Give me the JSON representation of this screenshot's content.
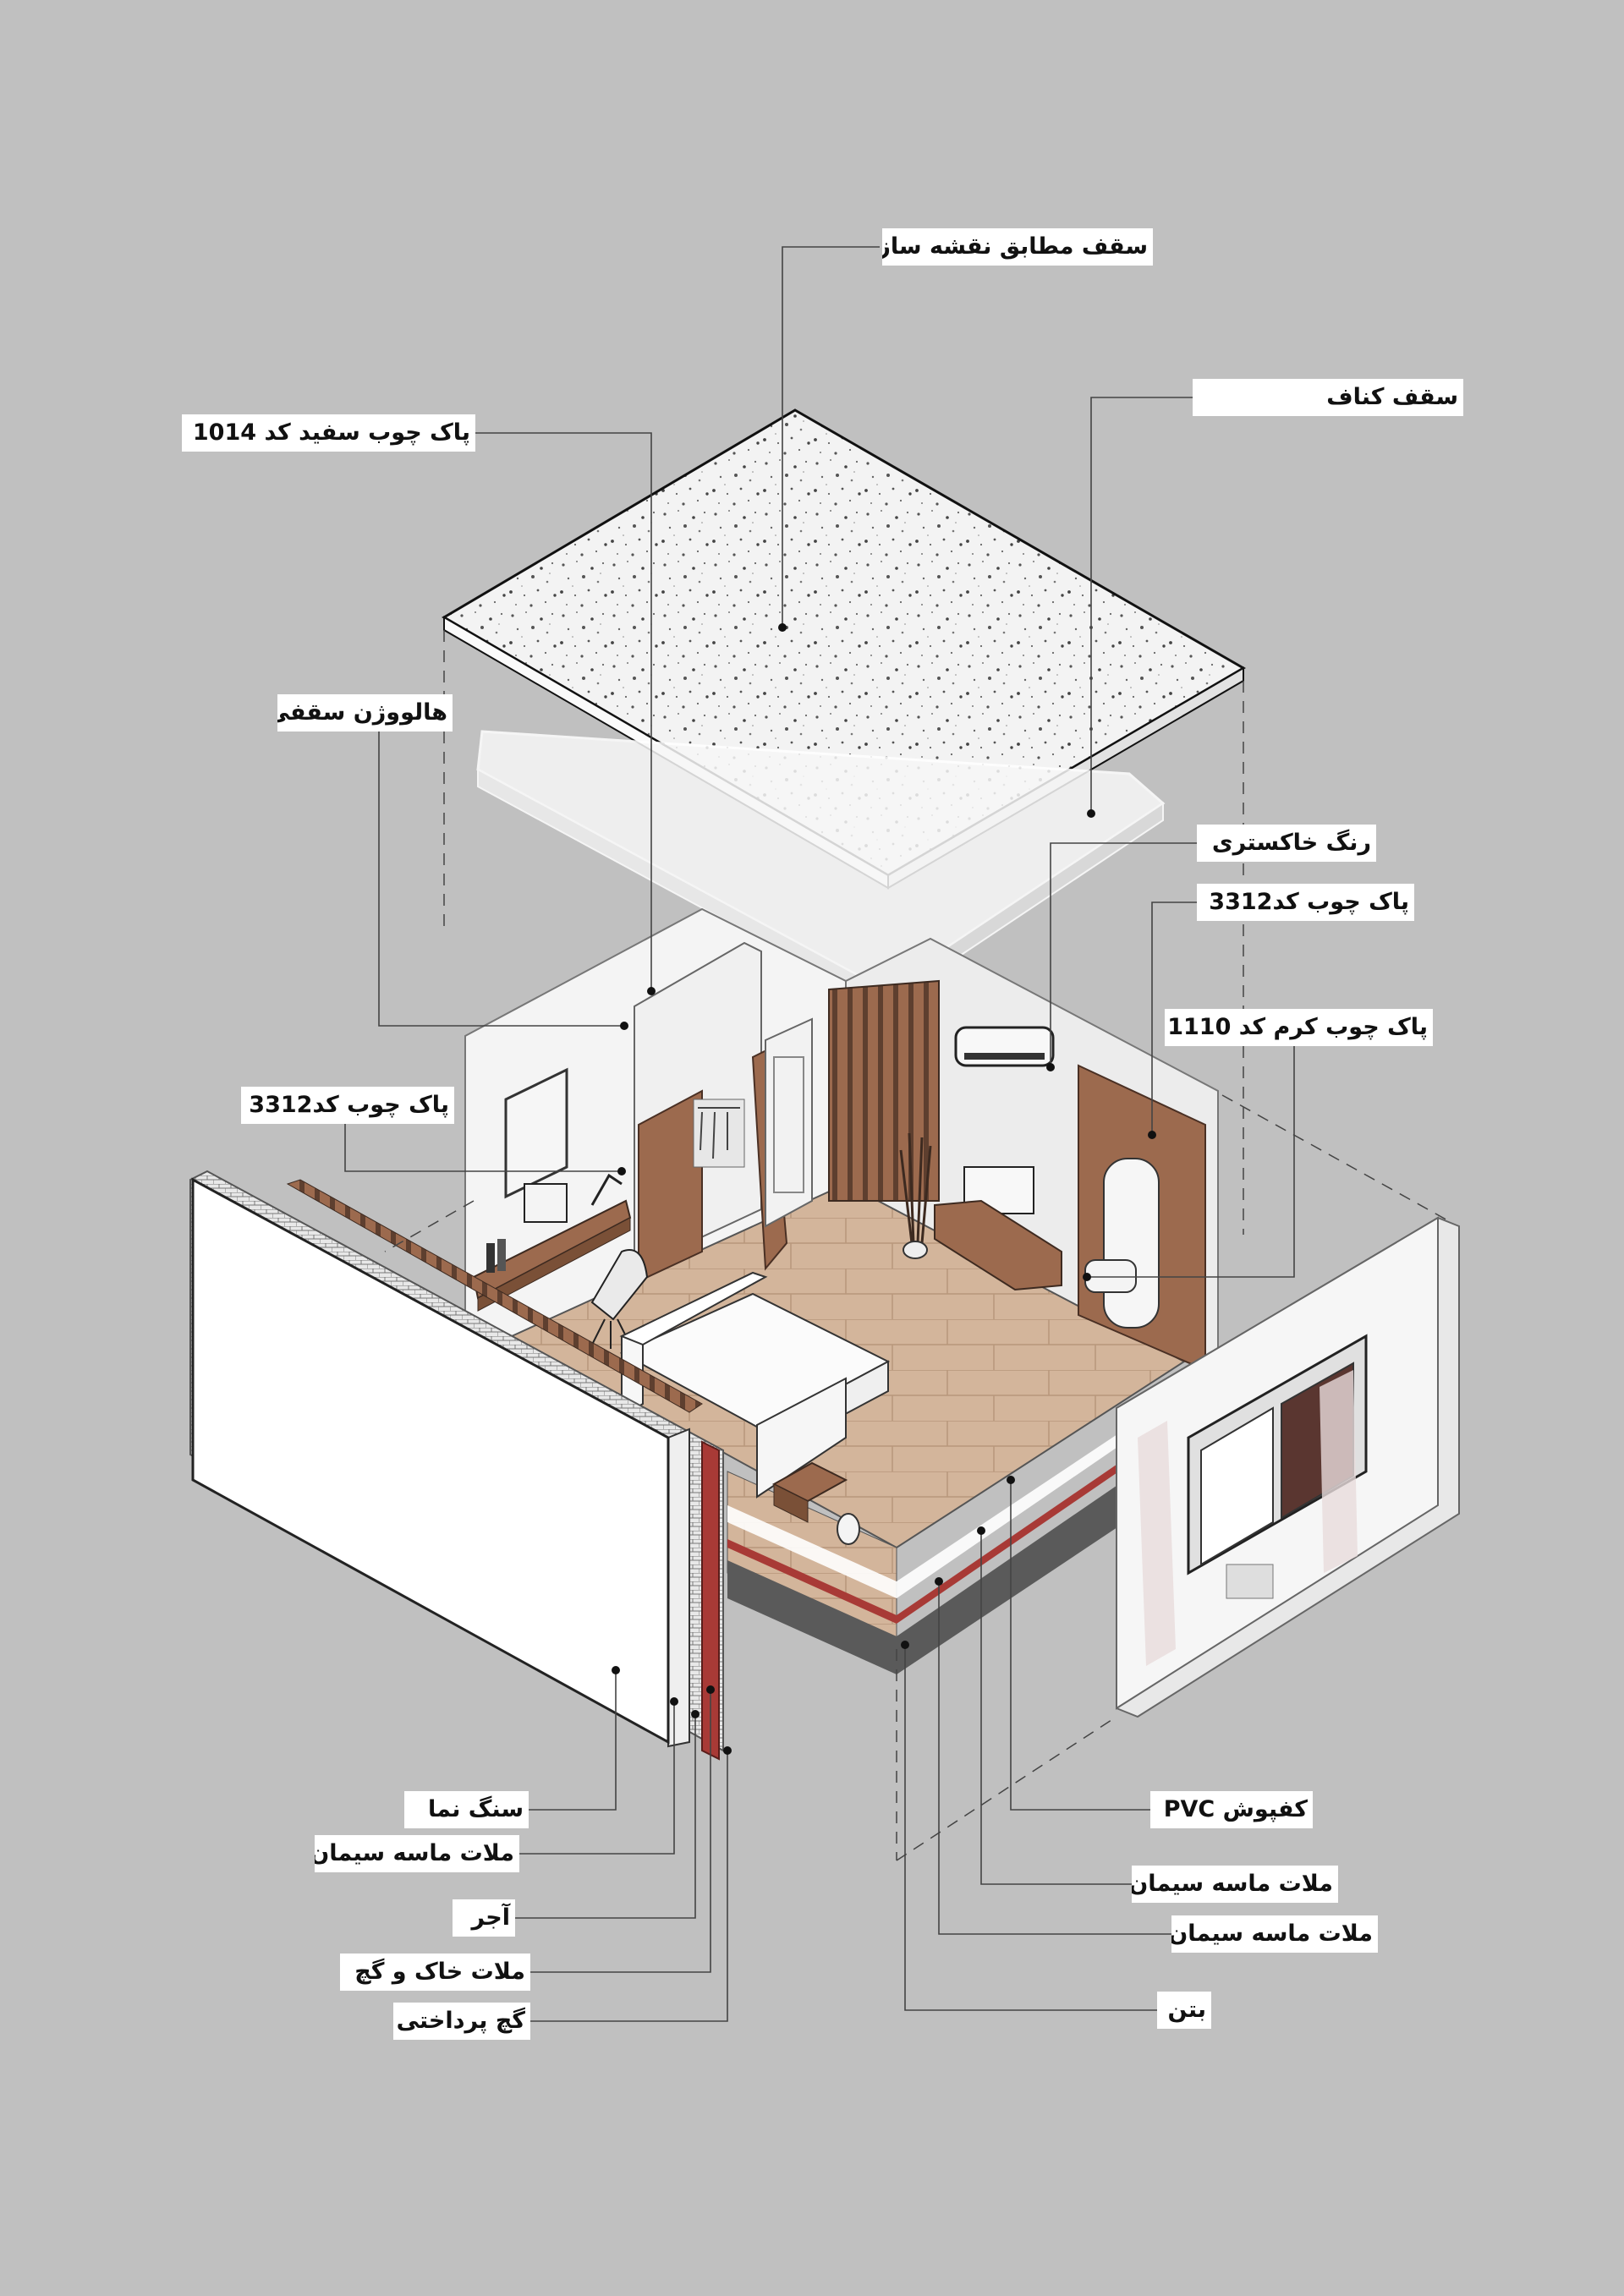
{
  "labels": {
    "ceiling_structure": "سقف مطابق نقشه سازه",
    "wood_white": "پاک چوب  سفید کد 1014",
    "knauf_ceiling": "سقف کناف",
    "halogen": "هالووژن سقفی",
    "grey_paint": "رنگ خاکستری",
    "wood_3312_right": "پاک چوب کد3312",
    "wood_cream": "پاک چوب کرم کد 1110",
    "wood_3312_left": "پاک چوب کد3312",
    "facade_stone": "سنگ نما",
    "wall_cement_mortar": "ملات ماسه سیمان",
    "brick": "آجر",
    "soil_gypsum_mortar": "ملات خاک و گچ",
    "finish_plaster": "گچ پرداختی",
    "pvc_floor": "کفپوش PVC",
    "floor_cement_mortar_1": "ملات ماسه سیمان",
    "floor_cement_mortar_2": "ملات ماسه سیمان",
    "concrete": "بتن"
  },
  "colors": {
    "background": "#c0c0c0",
    "wood_brown": "#9c6a4e",
    "floor_wood": "#d3b59b",
    "wall_white": "#f4f4f4",
    "red_layer": "#a83a36",
    "leader_line": "#444444"
  }
}
